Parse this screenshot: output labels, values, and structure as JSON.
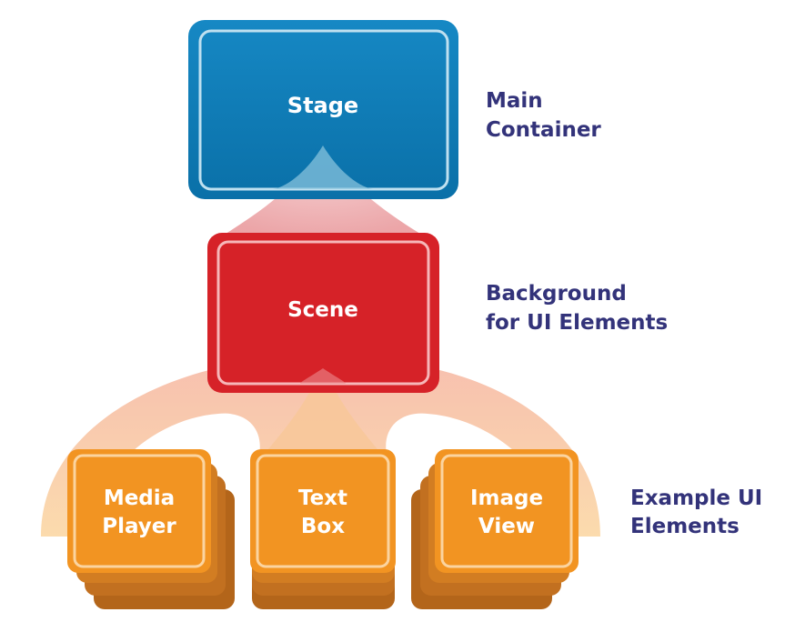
{
  "colors": {
    "stage": "#0b7bb5",
    "scene": "#d62228",
    "ui_element": "#f29422",
    "ui_element_shadow": "#b3651a",
    "connector_red": "#eaa1a4",
    "connector_orange": "#f8cd98",
    "side_text": "#33337a"
  },
  "nodes": {
    "stage": {
      "label": "Stage"
    },
    "scene": {
      "label": "Scene"
    },
    "media_player": {
      "line1": "Media",
      "line2": "Player"
    },
    "text_box": {
      "line1": "Text",
      "line2": "Box"
    },
    "image_view": {
      "line1": "Image",
      "line2": "View"
    }
  },
  "annotations": {
    "stage": {
      "line1": "Main",
      "line2": "Container"
    },
    "scene": {
      "line1": "Background",
      "line2": "for UI Elements"
    },
    "ui_elements": {
      "line1": "Example UI",
      "line2": "Elements"
    }
  }
}
